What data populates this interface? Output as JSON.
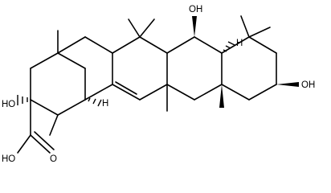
{
  "molecule": {
    "labels": {
      "oh_top": "OH",
      "oh_right": "OH",
      "ho_left": "HO",
      "acid_ho": "HO",
      "acid_o": "O",
      "h_upper_right": "H",
      "h_center": "H"
    }
  }
}
